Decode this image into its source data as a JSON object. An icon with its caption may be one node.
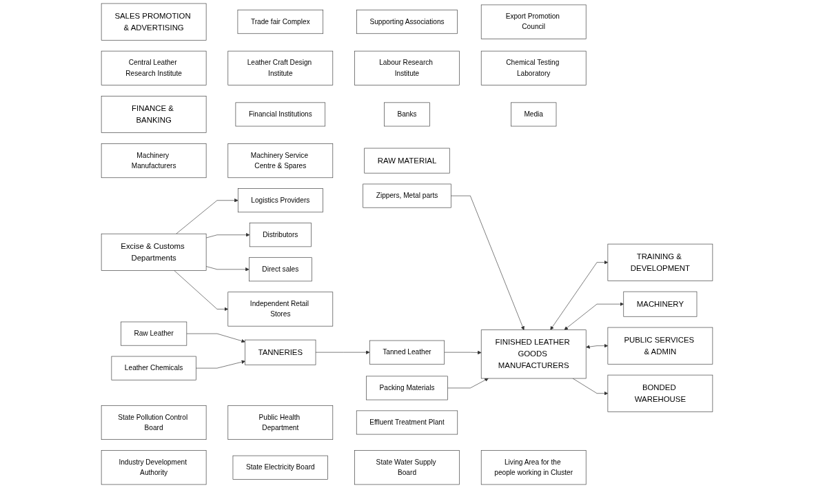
{
  "diagram": {
    "nodes": [
      {
        "text": [
          "TRAINING & DEVELOPMENT"
        ]
      },
      {
        "text": [
          "SALES PROMOTION & ADVERTISING"
        ]
      },
      {
        "text": [
          "FINANCE & BANKING"
        ]
      },
      {
        "text": [
          "Central Leather Research Institute"
        ]
      },
      {
        "text": [
          "Leather Craft Design Institute"
        ]
      },
      {
        "text": [
          "Trade fair Complex"
        ]
      },
      {
        "text": [
          "Supporting Associations"
        ]
      },
      {
        "text": [
          "Export Promotion Council"
        ]
      },
      {
        "text": [
          "Financial Institutions"
        ]
      },
      {
        "text": [
          "Banks"
        ]
      },
      {
        "text": [
          "Labour Research Institute"
        ]
      },
      {
        "text": [
          "Chemical Testing Laboratory"
        ]
      },
      {
        "text": [
          "Media"
        ]
      },
      {
        "text": [
          "MACHINERY"
        ]
      },
      {
        "text": [
          "FINISHED LEATHER GOODS MANUFACTURERS"
        ]
      },
      {
        "text": [
          "BONDED WAREHOUSE"
        ]
      },
      {
        "text": [
          "Excise & Customs Departments"
        ]
      },
      {
        "text": [
          "Logistics Providers"
        ]
      },
      {
        "text": [
          "Machinery Manufacturers"
        ]
      },
      {
        "text": [
          "Machinery Service Centre & Spares"
        ]
      },
      {
        "text": [
          "RAW MATERIAL"
        ]
      },
      {
        "text": [
          "Distributors"
        ]
      },
      {
        "text": [
          "Raw Leather"
        ]
      },
      {
        "text": [
          "Zippers, Metal parts"
        ]
      },
      {
        "text": [
          "Leather Chemicals"
        ]
      },
      {
        "text": [
          "Tanned Leather"
        ]
      },
      {
        "text": [
          "Packing Materials"
        ]
      },
      {
        "text": [
          "PUBLIC SERVICES & ADMIN"
        ]
      },
      {
        "text": [
          "Direct sales"
        ]
      },
      {
        "text": [
          "TANNERIES"
        ]
      },
      {
        "text": [
          "Effluent Treatment Plant"
        ]
      },
      {
        "text": [
          "Industry Development Authority"
        ]
      },
      {
        "text": [
          "State Electricity Board"
        ]
      },
      {
        "text": [
          "State Water Supply Board"
        ]
      },
      {
        "text": [
          "Living Area for the people working in Cluster"
        ]
      },
      {
        "text": [
          "Independent Retail Stores"
        ]
      },
      {
        "text": [
          "State Pollution Control Board"
        ]
      },
      {
        "text": [
          "Public Health Department"
        ]
      }
    ],
    "edges": [
      {
        "from": 14,
        "to": 0,
        "arrow": "both"
      },
      {
        "from": 14,
        "to": 13,
        "arrow": "both"
      },
      {
        "from": 23,
        "to": 14,
        "arrow": "to"
      },
      {
        "from": 25,
        "to": 14,
        "arrow": "to"
      },
      {
        "from": 26,
        "to": 14,
        "arrow": "to"
      },
      {
        "from": 14,
        "to": 27,
        "arrow": "both"
      },
      {
        "from": 14,
        "to": 15,
        "arrow": "to"
      },
      {
        "from": 16,
        "to": 17,
        "arrow": "to"
      },
      {
        "from": 16,
        "to": 21,
        "arrow": "to"
      },
      {
        "from": 16,
        "to": 28,
        "arrow": "to"
      },
      {
        "from": 16,
        "to": 35,
        "arrow": "to"
      },
      {
        "from": 22,
        "to": 29,
        "arrow": "to"
      },
      {
        "from": 24,
        "to": 29,
        "arrow": "to"
      },
      {
        "from": 29,
        "to": 25,
        "arrow": "to"
      }
    ]
  }
}
